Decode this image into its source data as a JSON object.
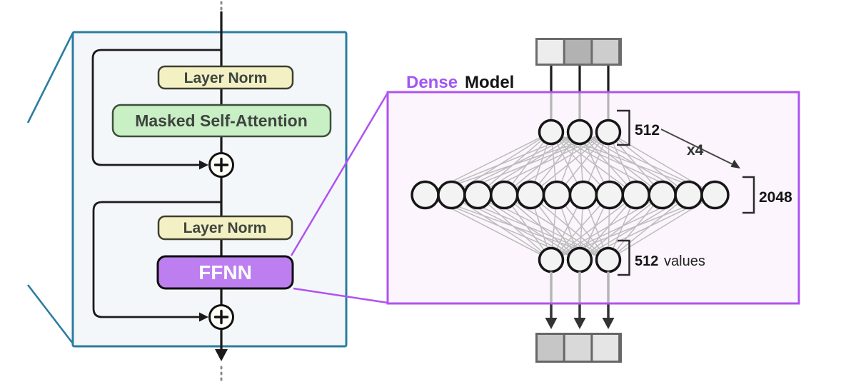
{
  "colors": {
    "teal": "#2b7ca1",
    "purple": "#b052f0",
    "purple_fill": "#fcf5fd",
    "panel_fill": "#f4f7fa",
    "yellow_fill": "#f3f0c3",
    "yellow_border": "#3f4030",
    "green_fill": "#c9efc5",
    "green_border": "#3e4f3b",
    "ffnn_fill": "#bd7ff0",
    "title_accent": "#a356f2",
    "mesh": "#bcbcbc"
  },
  "transformer_block": {
    "layer_norm_1": "Layer Norm",
    "masked_self_attention": "Masked Self-Attention",
    "layer_norm_2": "Layer Norm",
    "ffnn": "FFNN"
  },
  "dense_model": {
    "title_highlight": "Dense",
    "title_rest": "Model",
    "input_label": "512",
    "multiplier": "x4",
    "hidden_label": "2048",
    "output_label_value": "512",
    "output_label_suffix": "values",
    "network": {
      "input_count": 3,
      "hidden_count": 12,
      "output_count": 3
    },
    "tokens_top": [
      "#ededed",
      "#b2b2b2",
      "#cdcdcd"
    ],
    "tokens_bottom": [
      "#c6c6c6",
      "#d9d9d9",
      "#e5e5e5"
    ]
  }
}
